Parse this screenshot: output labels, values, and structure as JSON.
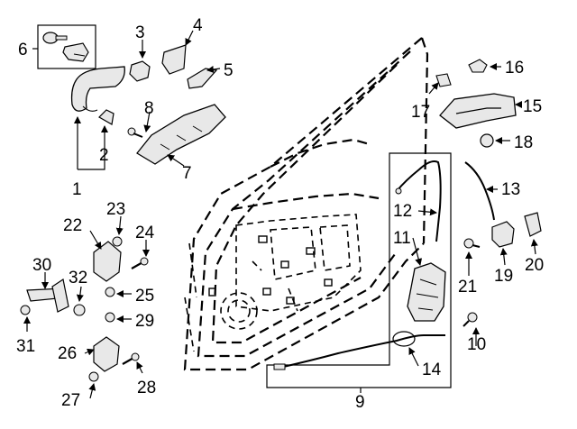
{
  "diagram": {
    "callouts": [
      "1",
      "2",
      "3",
      "4",
      "5",
      "6",
      "7",
      "8",
      "9",
      "10",
      "11",
      "12",
      "13",
      "14",
      "15",
      "16",
      "17",
      "18",
      "19",
      "20",
      "21",
      "22",
      "23",
      "24",
      "25",
      "26",
      "27",
      "28",
      "29",
      "30",
      "31",
      "32"
    ]
  },
  "colors": {
    "line": "#000000",
    "part_fill": "#e8e8e8",
    "part_shadow": "#9a9a9a",
    "background": "#ffffff"
  }
}
